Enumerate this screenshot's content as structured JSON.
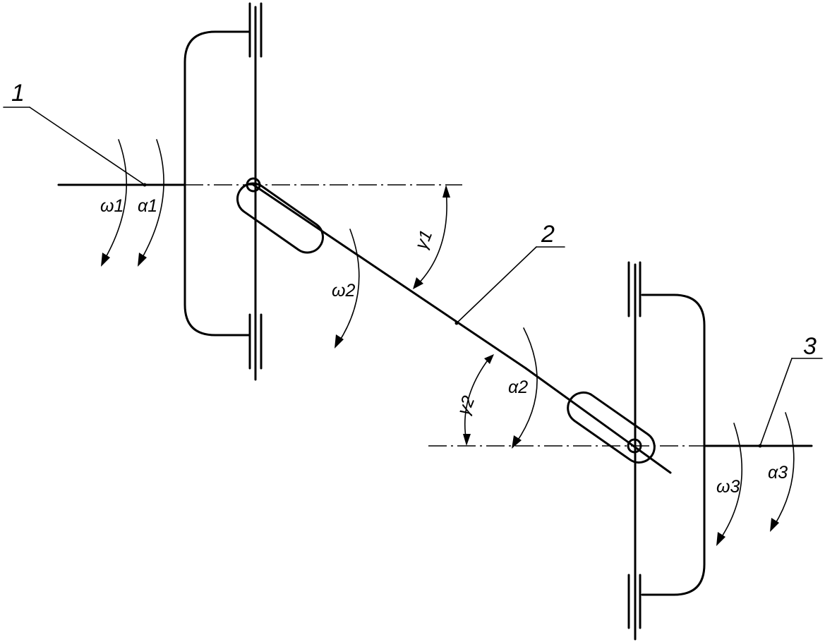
{
  "labels": {
    "part1": "1",
    "part2": "2",
    "part3": "3",
    "omega1": "ω1",
    "alpha1": "α1",
    "omega2": "ω2",
    "gamma1": "γ1",
    "gamma2": "γ2",
    "alpha2": "α2",
    "omega3": "ω3",
    "alpha3": "α3"
  }
}
